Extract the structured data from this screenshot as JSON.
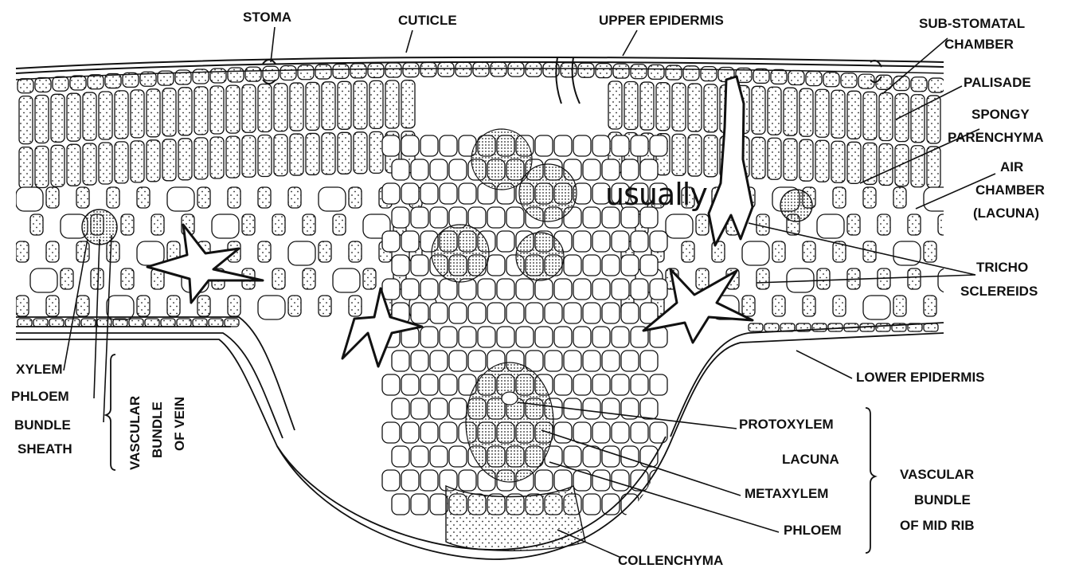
{
  "labels": {
    "stoma": "STOMA",
    "cuticle": "CUTICLE",
    "upper_epidermis": "UPPER EPIDERMIS",
    "sub_stomatal_1": "SUB-STOMATAL",
    "sub_stomatal_2": "CHAMBER",
    "palisade": "PALISADE",
    "spongy_1": "SPONGY",
    "spongy_2": "PARENCHYMA",
    "air_1": "AIR",
    "air_2": "CHAMBER",
    "air_3": "(LACUNA)",
    "tricho_1": "TRICHO",
    "tricho_2": "SCLEREIDS",
    "lower_epidermis": "LOWER  EPIDERMIS",
    "xylem": "XYLEM",
    "phloem_vein": "PHLOEM",
    "bundle_sheath_1": "BUNDLE",
    "bundle_sheath_2": "SHEATH",
    "vb_vein_1": "VASCULAR",
    "vb_vein_2": "BUNDLE",
    "vb_vein_3": "OF VEIN",
    "protoxylem": "PROTOXYLEM",
    "lacuna": "LACUNA",
    "metaxylem": "METAXYLEM",
    "phloem_mid": "PHLOEM",
    "collenchyma": "COLLENCHYMA",
    "vb_mid_1": "VASCULAR",
    "vb_mid_2": "BUNDLE",
    "vb_mid_3": "OF MID RIB"
  },
  "annotation": "usually"
}
